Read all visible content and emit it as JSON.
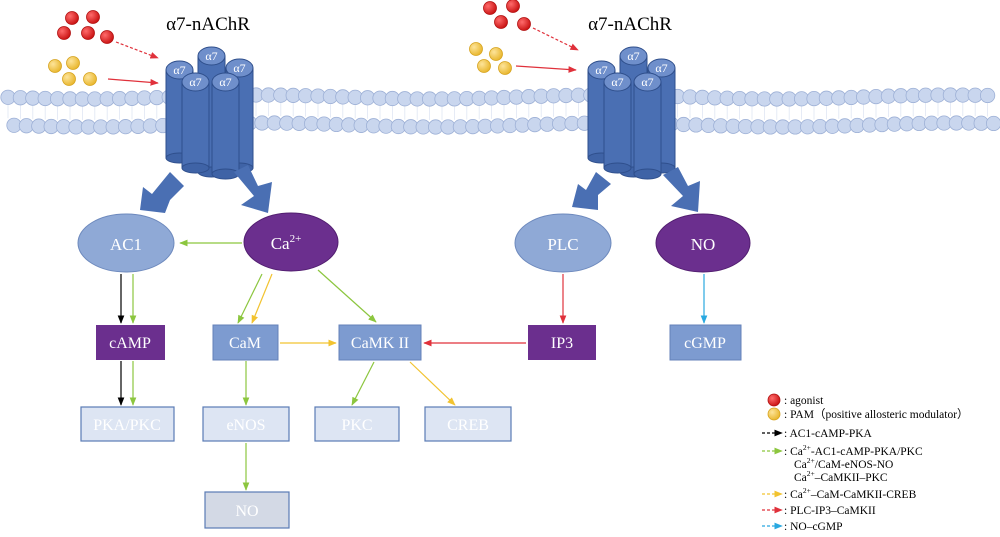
{
  "receptors": [
    {
      "title": "α7-nAChR",
      "subunit_label": "α7"
    },
    {
      "title": "α7-nAChR",
      "subunit_label": "α7"
    }
  ],
  "nodes": {
    "ac1": "AC1",
    "ca_base": "Ca",
    "ca_sup": "2+",
    "camp": "cAMP",
    "pka_pkc": "PKA/PKC",
    "cam": "CaM",
    "camkii": "CaMK II",
    "enos": "eNOS",
    "no_product": "NO",
    "pkc": "PKC",
    "creb": "CREB",
    "plc": "PLC",
    "ip3": "IP3",
    "no_node": "NO",
    "cgmp": "cGMP"
  },
  "legend": {
    "agonist": ": agonist",
    "pam": "PAM（positive allosteric modulator）",
    "black": "AC1-cAMP-PKA",
    "green_1": "-AC1-cAMP-PKA/PKC",
    "green_2": "/CaM-eNOS-NO",
    "green_3": "–CaMKII–PKC",
    "yellow": "–CaM-CaMKII-CREB",
    "red": "PLC-IP3–CaMKII",
    "blue": "NO–cGMP",
    "ca": "Ca",
    "sup": "2+"
  },
  "colors": {
    "purple": "#6b2f8e",
    "blue_ellipse": "#8fa9d6",
    "box_mid": "#7d9bd0",
    "box_pale": "#dde5f3",
    "receptor": "#4a6fb3",
    "agonist": "#e01b1b",
    "pam": "#f2c744",
    "arrow_black": "#000000",
    "arrow_green": "#8cc63f",
    "arrow_yellow": "#f2c330",
    "arrow_red": "#e0313b",
    "arrow_blue": "#29a8e0"
  }
}
